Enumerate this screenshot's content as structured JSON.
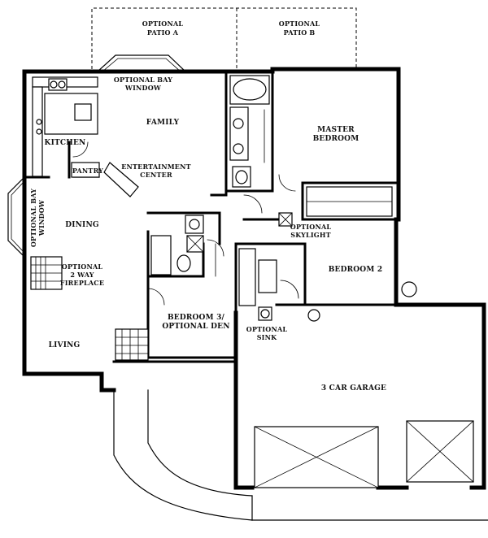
{
  "labels": {
    "patio_a": [
      "OPTIONAL",
      "PATIO A"
    ],
    "patio_b": [
      "OPTIONAL",
      "PATIO B"
    ],
    "bay_window_top": [
      "OPTIONAL BAY",
      "WINDOW"
    ],
    "family": "FAMILY",
    "kitchen": "KITCHEN",
    "pantry": "PANTRY",
    "entertainment": [
      "ENTERTAINMENT",
      "CENTER"
    ],
    "master_bedroom": [
      "MASTER",
      "BEDROOM"
    ],
    "dining": "DINING",
    "bay_window_side": [
      "OPTIONAL BAY",
      "WINDOW"
    ],
    "fireplace": [
      "OPTIONAL",
      "2 WAY",
      "FIREPLACE"
    ],
    "skylight": [
      "OPTIONAL",
      "SKYLIGHT"
    ],
    "bedroom2": "BEDROOM 2",
    "bedroom3": [
      "BEDROOM 3/",
      "OPTIONAL DEN"
    ],
    "sink": [
      "OPTIONAL",
      "SINK"
    ],
    "living": "LIVING",
    "garage": "3 CAR GARAGE"
  }
}
